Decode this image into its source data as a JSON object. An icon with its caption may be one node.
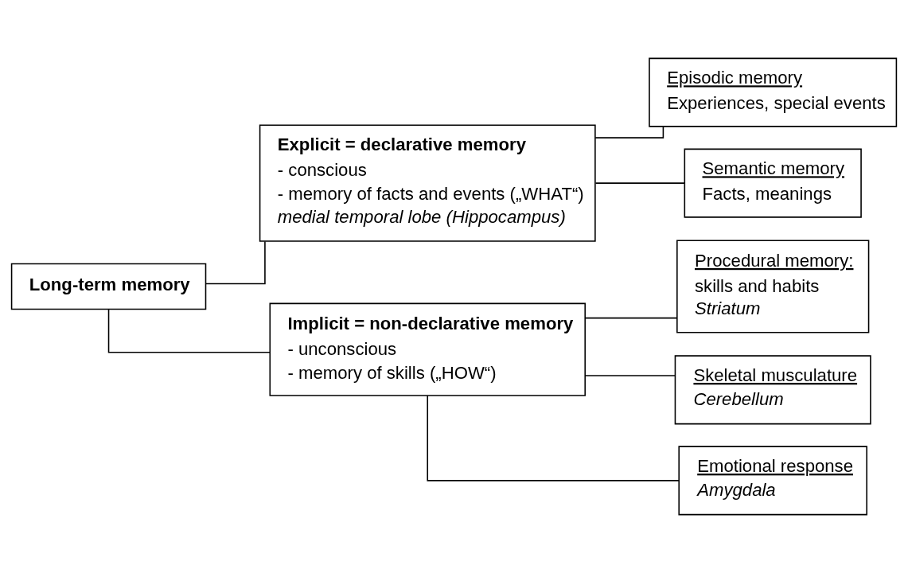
{
  "diagram": {
    "nodes": [
      {
        "text": [
          "Long-term memory"
        ]
      },
      {
        "text": [
          "Explicit = declarative memory",
          "- conscious",
          "- memory of facts and events („WHAT“)",
          "medial temporal lobe (Hippocampus)"
        ]
      },
      {
        "text": [
          "Episodic memory",
          "Experiences, special events"
        ]
      },
      {
        "text": [
          "Semantic memory",
          "Facts, meanings"
        ]
      },
      {
        "text": [
          "Implicit = non-declarative memory",
          "- unconscious",
          "- memory of skills („HOW“)"
        ]
      },
      {
        "text": [
          "Procedural memory:",
          "skills and habits",
          "Striatum"
        ]
      },
      {
        "text": [
          "Skeletal musculature",
          "Cerebellum"
        ]
      },
      {
        "text": [
          "Emotional response",
          "Amygdala"
        ]
      }
    ],
    "edges": [
      {
        "from": 0,
        "to": 1,
        "arrow": "none"
      },
      {
        "from": 0,
        "to": 4,
        "arrow": "none"
      },
      {
        "from": 1,
        "to": 2,
        "arrow": "none"
      },
      {
        "from": 1,
        "to": 3,
        "arrow": "none"
      },
      {
        "from": 4,
        "to": 5,
        "arrow": "none"
      },
      {
        "from": 4,
        "to": 6,
        "arrow": "none"
      },
      {
        "from": 4,
        "to": 7,
        "arrow": "none"
      }
    ]
  }
}
